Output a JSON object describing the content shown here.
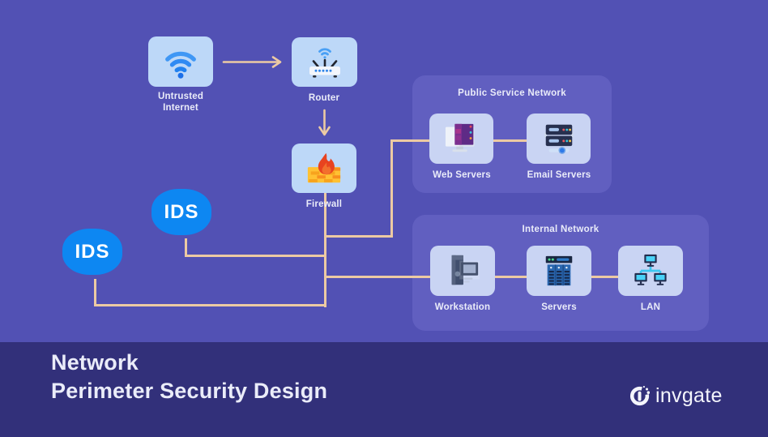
{
  "groups": {
    "public_service_network": {
      "title": "Public Service Network"
    },
    "internal_network": {
      "title": "Internal Network"
    }
  },
  "nodes": {
    "untrusted_internet": {
      "label": "Untrusted Internet",
      "icon": "wifi-icon"
    },
    "router": {
      "label": "Router",
      "icon": "router-icon"
    },
    "firewall": {
      "label": "Firewall",
      "icon": "firewall-icon"
    },
    "ids_outer": {
      "label": "IDS"
    },
    "ids_inner": {
      "label": "IDS"
    },
    "web_servers": {
      "label": "Web Servers",
      "icon": "web-server-icon"
    },
    "email_servers": {
      "label": "Email Servers",
      "icon": "email-server-icon"
    },
    "workstation": {
      "label": "Workstation",
      "icon": "workstation-icon"
    },
    "servers": {
      "label": "Servers",
      "icon": "server-rack-icon"
    },
    "lan": {
      "label": "LAN",
      "icon": "lan-icon"
    }
  },
  "footer": {
    "title_line1": "Network",
    "title_line2": "Perimeter Security Design",
    "brand": "invgate"
  },
  "colors": {
    "background": "#5251b4",
    "group_box": "#615fc0",
    "footer_bar": "#32307a",
    "node_box_light_blue": "#bdd8f8",
    "node_box_lavender": "#c9d4f3",
    "ids_badge": "#0d87f2",
    "connector": "#eccaa3",
    "text": "#eaecf9"
  }
}
